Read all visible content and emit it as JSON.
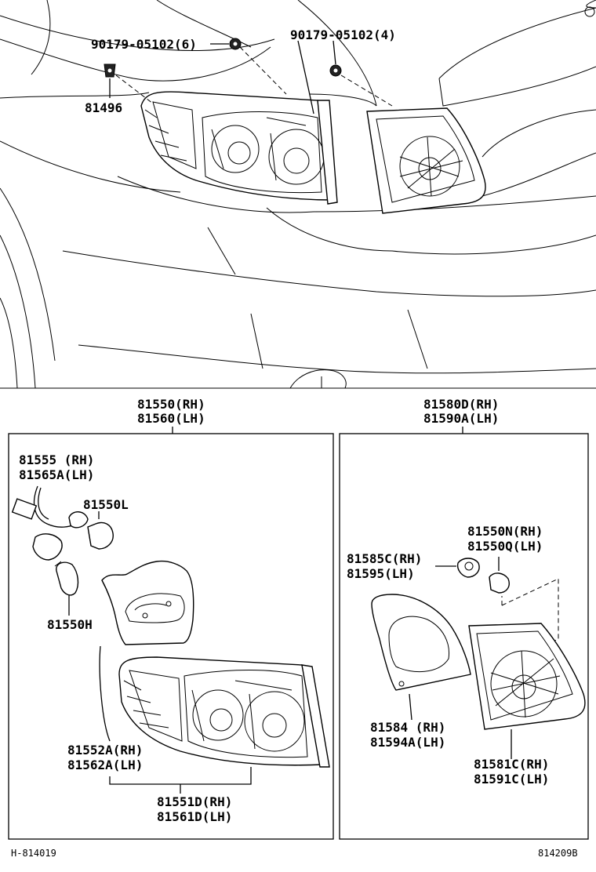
{
  "top": {
    "nut_left": "90179-05102(6)",
    "nut_right": "90179-05102(4)",
    "clip": "81496"
  },
  "left_box": {
    "title_rh": "81550(RH)",
    "title_lh": "81560(LH)",
    "socket_rh": "81555  (RH)",
    "socket_lh": "81565A(LH)",
    "bulb_top": "81550L",
    "bulb_side": "81550H",
    "gasket_rh": "81552A(RH)",
    "gasket_lh": "81562A(LH)",
    "lens_rh": "81551D(RH)",
    "lens_lh": "81561D(LH)"
  },
  "right_box": {
    "title_rh": "81580D(RH)",
    "title_lh": "81590A(LH)",
    "bulb_rh": "81550N(RH)",
    "bulb_lh": "81550Q(LH)",
    "socket_rh": "81585C(RH)",
    "socket_lh": "81595(LH)",
    "gasket_rh": "81584  (RH)",
    "gasket_lh": "81594A(LH)",
    "lens_rh": "81581C(RH)",
    "lens_lh": "81591C(LH)"
  },
  "footer": {
    "left_code": "H-814019",
    "right_code": "814209B"
  }
}
